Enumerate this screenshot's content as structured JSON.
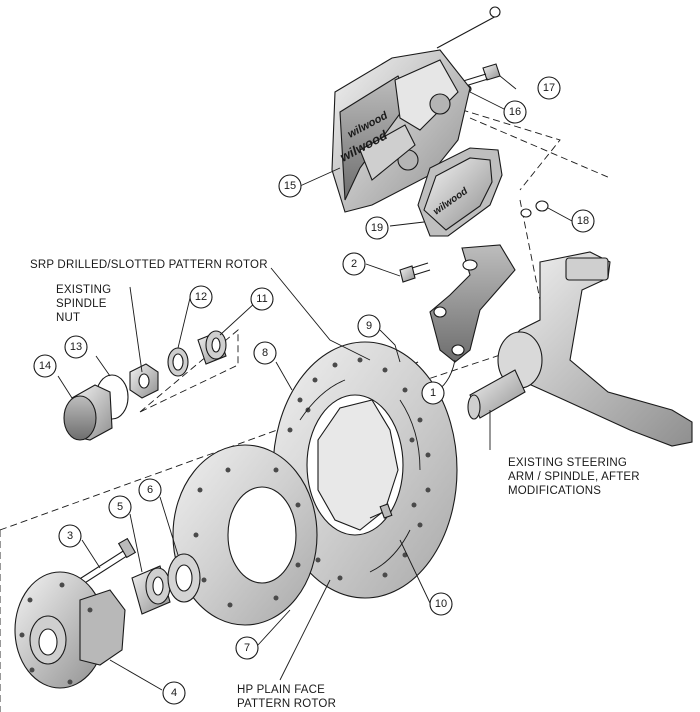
{
  "labels": {
    "rotor_srp": "SRP DRILLED/SLOTTED PATTERN ROTOR",
    "spindle_nut_1": "EXISTING",
    "spindle_nut_2": "SPINDLE",
    "spindle_nut_3": "NUT",
    "steering_1": "EXISTING STEERING",
    "steering_2": "ARM / SPINDLE, AFTER",
    "steering_3": "MODIFICATIONS",
    "rotor_hp_1": "HP PLAIN FACE",
    "rotor_hp_2": "PATTERN ROTOR",
    "caliper_logo": "wilwood",
    "pad_logo": "wilwood"
  },
  "callouts": [
    "1",
    "2",
    "3",
    "4",
    "5",
    "6",
    "7",
    "8",
    "9",
    "10",
    "11",
    "12",
    "13",
    "14",
    "15",
    "16",
    "17",
    "18",
    "19"
  ],
  "colors": {
    "line": "#1a1a1a",
    "part_fill": "#d4d4d4",
    "part_dark": "#9a9a9a",
    "bg": "#ffffff"
  }
}
